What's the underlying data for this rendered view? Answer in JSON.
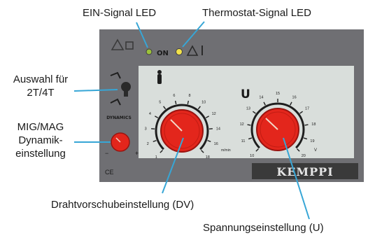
{
  "callouts": {
    "ein_signal_led": "EIN-Signal LED",
    "thermostat_signal_led": "Thermostat-Signal LED",
    "auswahl": [
      "Auswahl für",
      "2T/4T"
    ],
    "mig_mag": [
      "MIG/MAG",
      "Dynamik-",
      "einstellung"
    ],
    "drahtvorschub": "Drahtvorschubeinstellung (DV)",
    "spannung": "Spannungseinstellung (U)"
  },
  "panel": {
    "on_label": "ON",
    "dynamics_label": "DYNAMICS",
    "u_label": "U",
    "dv_unit": "m/min",
    "u_unit": "V",
    "brand": "KEMPPI",
    "ce_mark": "CE",
    "dv_scale": [
      "1",
      "2",
      "3",
      "4",
      "5",
      "6",
      "8",
      "10",
      "12",
      "14",
      "16",
      "18"
    ],
    "u_scale": [
      "10",
      "11",
      "12",
      "13",
      "14",
      "15",
      "16",
      "17",
      "18",
      "19",
      "20"
    ],
    "dynamics_minus": "−",
    "dynamics_plus": "+"
  },
  "colors": {
    "panel": "#6f6f73",
    "inner_panel": "#d9dedb",
    "knob_red": "#e3261c",
    "callout_line": "#37a6d6",
    "led_green": "#9cc23a",
    "led_yellow": "#f2e24a"
  }
}
